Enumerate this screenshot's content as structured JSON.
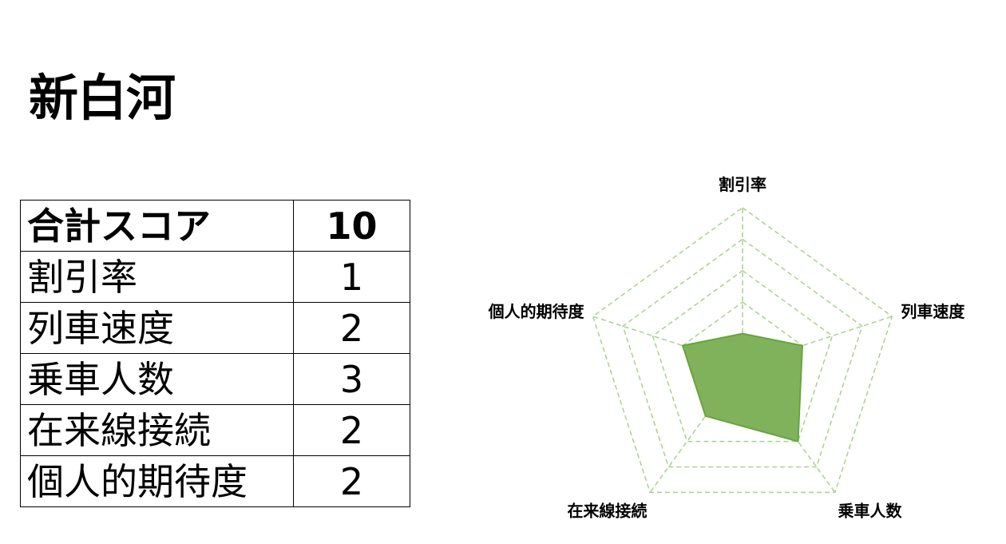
{
  "title": "新白河",
  "table": {
    "total": {
      "label": "合計スコア",
      "value": "10"
    },
    "rows": [
      {
        "label": "割引率",
        "value": "1"
      },
      {
        "label": "列車速度",
        "value": "2"
      },
      {
        "label": "乗車人数",
        "value": "3"
      },
      {
        "label": "在来線接続",
        "value": "2"
      },
      {
        "label": "個人的期待度",
        "value": "2"
      }
    ]
  },
  "chart_data": {
    "type": "radar",
    "categories": [
      "割引率",
      "列車速度",
      "乗車人数",
      "在来線接続",
      "個人的期待度"
    ],
    "values": [
      1,
      2,
      3,
      2,
      2
    ],
    "rmax": 5,
    "grid_levels": 5,
    "grid": true,
    "colors": {
      "fill": "#7fb25a",
      "stroke": "#6aa33f",
      "grid": "#a9d18e"
    }
  }
}
